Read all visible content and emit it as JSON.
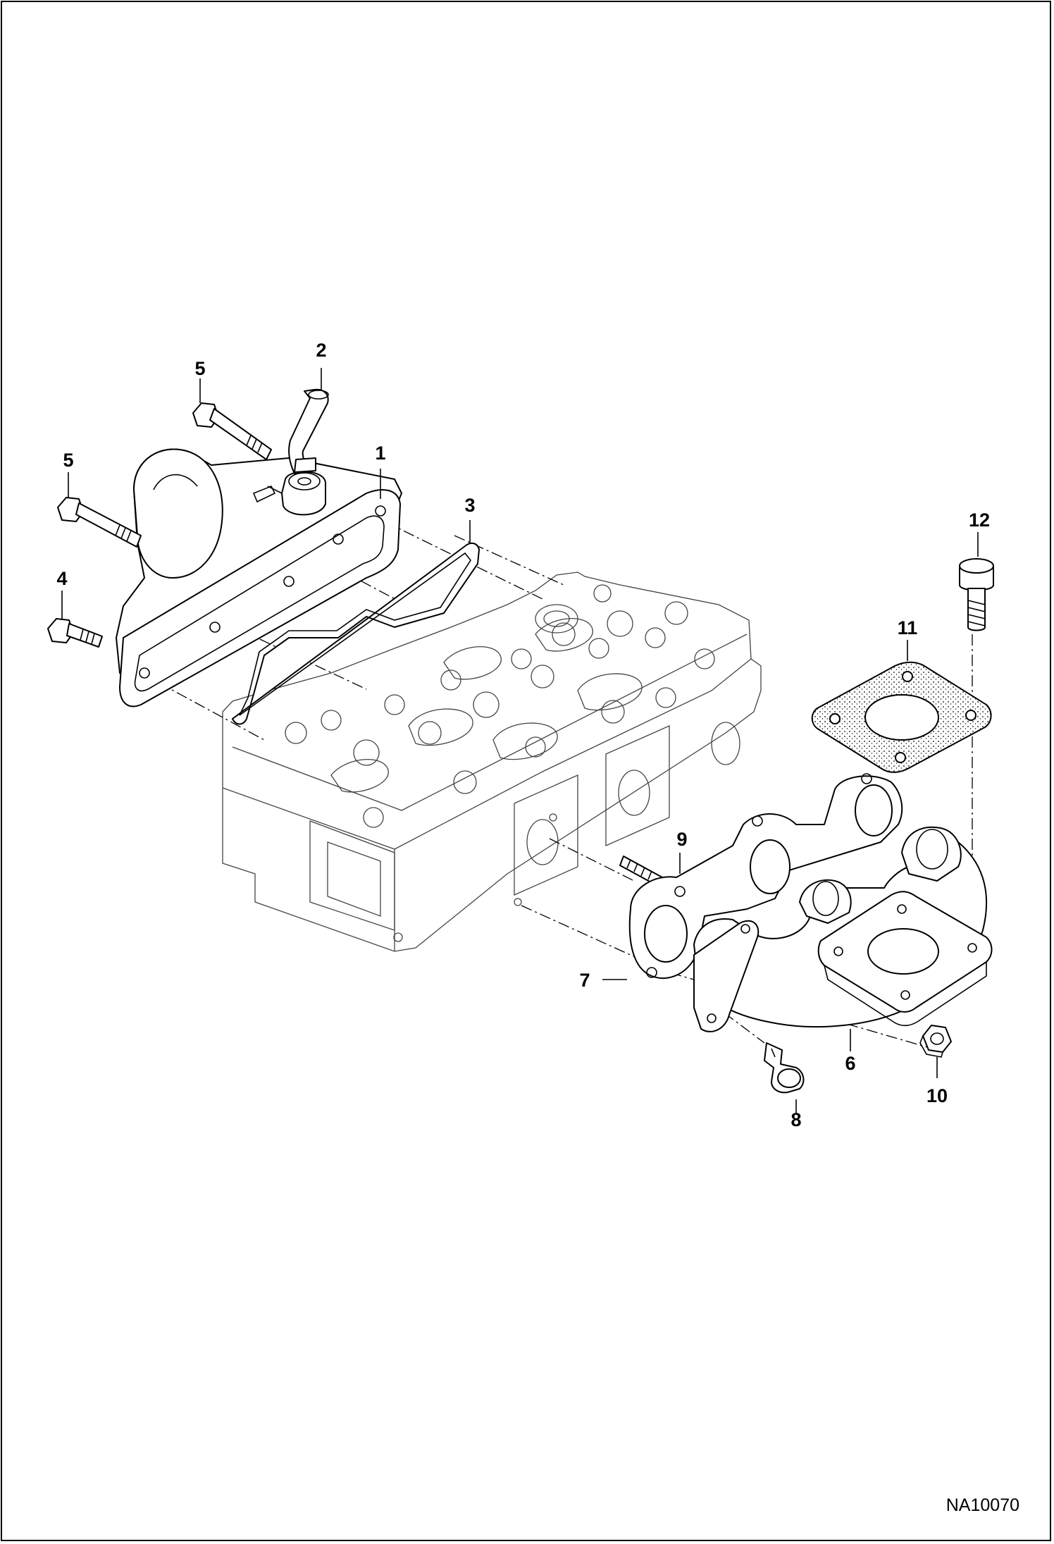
{
  "diagram": {
    "figure_id": "NA10070",
    "callouts": [
      {
        "num": "1"
      },
      {
        "num": "2"
      },
      {
        "num": "3"
      },
      {
        "num": "4"
      },
      {
        "num": "5"
      },
      {
        "num": "5"
      },
      {
        "num": "6"
      },
      {
        "num": "7"
      },
      {
        "num": "8"
      },
      {
        "num": "9"
      },
      {
        "num": "10"
      },
      {
        "num": "11"
      },
      {
        "num": "12"
      }
    ]
  }
}
